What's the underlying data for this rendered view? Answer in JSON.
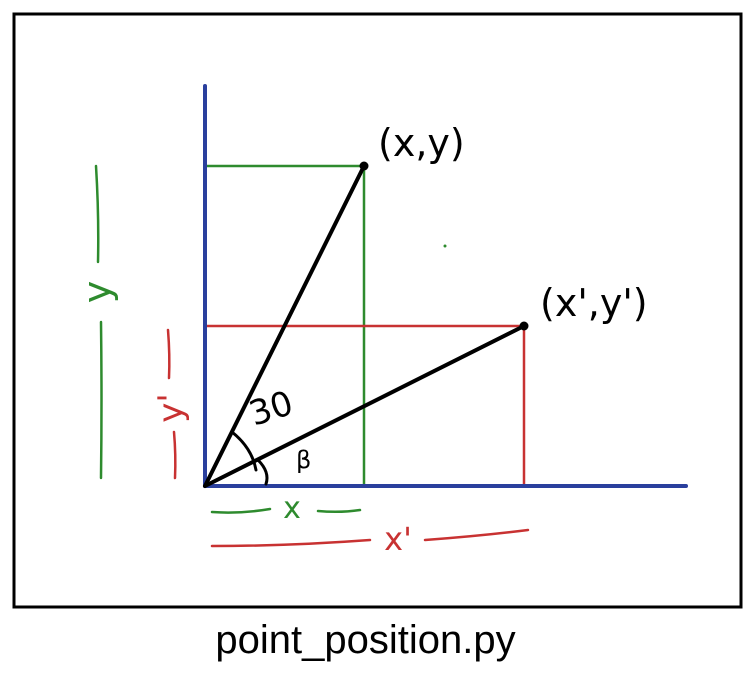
{
  "diagram": {
    "point_original": "(x,y)",
    "point_rotated": "(x',y')",
    "angle_label": "30",
    "angle_beta": "β",
    "label_x": "x",
    "label_x_prime": "x'",
    "label_y": "y",
    "label_y_prime": "y'",
    "colors": {
      "axes": "#2a3f9d",
      "green": "#2e8b2e",
      "red": "#c83232",
      "ink": "#000000"
    }
  },
  "caption": "point_position.py"
}
